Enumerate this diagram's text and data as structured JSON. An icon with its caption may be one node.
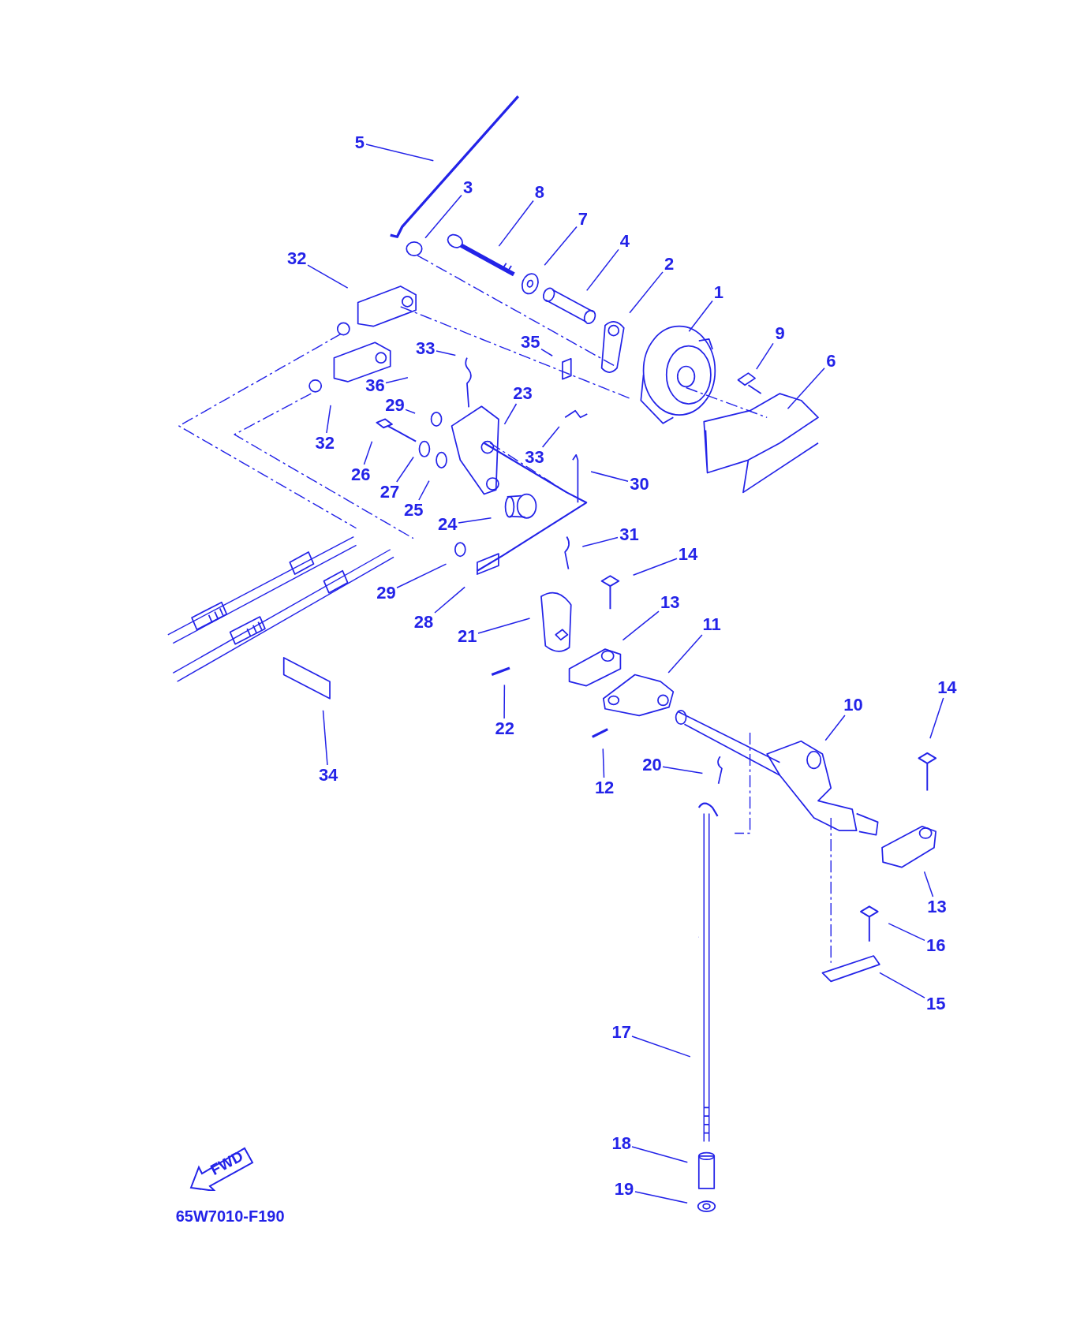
{
  "diagram": {
    "nodes": [
      {
        "text": [
          "5"
        ]
      },
      {
        "text": [
          "3"
        ]
      },
      {
        "text": [
          "8"
        ]
      },
      {
        "text": [
          "7"
        ]
      },
      {
        "text": [
          "4"
        ]
      },
      {
        "text": [
          "2"
        ]
      },
      {
        "text": [
          "1"
        ]
      },
      {
        "text": [
          "9"
        ]
      },
      {
        "text": [
          "6"
        ]
      },
      {
        "text": [
          "32"
        ]
      },
      {
        "text": [
          "33"
        ]
      },
      {
        "text": [
          "35"
        ]
      },
      {
        "text": [
          "36"
        ]
      },
      {
        "text": [
          "23"
        ]
      },
      {
        "text": [
          "29"
        ]
      },
      {
        "text": [
          "33"
        ]
      },
      {
        "text": [
          "32"
        ]
      },
      {
        "text": [
          "26"
        ]
      },
      {
        "text": [
          "27"
        ]
      },
      {
        "text": [
          "25"
        ]
      },
      {
        "text": [
          "24"
        ]
      },
      {
        "text": [
          "30"
        ]
      },
      {
        "text": [
          "31"
        ]
      },
      {
        "text": [
          "29"
        ]
      },
      {
        "text": [
          "14"
        ]
      },
      {
        "text": [
          "28"
        ]
      },
      {
        "text": [
          "13"
        ]
      },
      {
        "text": [
          "21"
        ]
      },
      {
        "text": [
          "11"
        ]
      },
      {
        "text": [
          "22"
        ]
      },
      {
        "text": [
          "10"
        ]
      },
      {
        "text": [
          "14"
        ]
      },
      {
        "text": [
          "34"
        ]
      },
      {
        "text": [
          "20"
        ]
      },
      {
        "text": [
          "12"
        ]
      },
      {
        "text": [
          "13"
        ]
      },
      {
        "text": [
          "16"
        ]
      },
      {
        "text": [
          "15"
        ]
      },
      {
        "text": [
          "17"
        ]
      },
      {
        "text": [
          "18"
        ]
      },
      {
        "text": [
          "19"
        ]
      },
      {
        "text": [
          "FWD"
        ]
      }
    ],
    "edges": [
      {
        "from": 0,
        "to": null,
        "arrow": "none"
      },
      {
        "from": 1,
        "to": null,
        "arrow": "none"
      },
      {
        "from": 2,
        "to": null,
        "arrow": "none"
      },
      {
        "from": 3,
        "to": null,
        "arrow": "none"
      },
      {
        "from": 4,
        "to": null,
        "arrow": "none"
      },
      {
        "from": 5,
        "to": null,
        "arrow": "none"
      },
      {
        "from": 6,
        "to": null,
        "arrow": "none"
      },
      {
        "from": 7,
        "to": null,
        "arrow": "none"
      },
      {
        "from": 8,
        "to": null,
        "arrow": "none"
      },
      {
        "from": 9,
        "to": null,
        "arrow": "none"
      },
      {
        "from": 10,
        "to": null,
        "arrow": "none"
      },
      {
        "from": 11,
        "to": null,
        "arrow": "none"
      },
      {
        "from": 12,
        "to": null,
        "arrow": "none"
      },
      {
        "from": 13,
        "to": null,
        "arrow": "none"
      },
      {
        "from": 14,
        "to": null,
        "arrow": "none"
      },
      {
        "from": 15,
        "to": null,
        "arrow": "none"
      },
      {
        "from": 16,
        "to": null,
        "arrow": "none"
      },
      {
        "from": 17,
        "to": null,
        "arrow": "none"
      },
      {
        "from": 18,
        "to": null,
        "arrow": "none"
      },
      {
        "from": 19,
        "to": null,
        "arrow": "none"
      },
      {
        "from": 20,
        "to": null,
        "arrow": "none"
      },
      {
        "from": 21,
        "to": null,
        "arrow": "none"
      },
      {
        "from": 22,
        "to": null,
        "arrow": "none"
      },
      {
        "from": 23,
        "to": null,
        "arrow": "none"
      },
      {
        "from": 24,
        "to": null,
        "arrow": "none"
      },
      {
        "from": 25,
        "to": null,
        "arrow": "none"
      },
      {
        "from": 26,
        "to": null,
        "arrow": "none"
      },
      {
        "from": 27,
        "to": null,
        "arrow": "none"
      },
      {
        "from": 28,
        "to": null,
        "arrow": "none"
      },
      {
        "from": 29,
        "to": null,
        "arrow": "none"
      },
      {
        "from": 30,
        "to": null,
        "arrow": "none"
      },
      {
        "from": 31,
        "to": null,
        "arrow": "none"
      },
      {
        "from": 32,
        "to": null,
        "arrow": "none"
      },
      {
        "from": 33,
        "to": null,
        "arrow": "none"
      },
      {
        "from": 34,
        "to": null,
        "arrow": "none"
      },
      {
        "from": 35,
        "to": null,
        "arrow": "none"
      },
      {
        "from": 36,
        "to": null,
        "arrow": "none"
      },
      {
        "from": 37,
        "to": null,
        "arrow": "none"
      },
      {
        "from": 38,
        "to": null,
        "arrow": "none"
      },
      {
        "from": 39,
        "to": null,
        "arrow": "none"
      },
      {
        "from": 40,
        "to": null,
        "arrow": "none"
      }
    ],
    "labels": [
      "65W7010-F190"
    ]
  }
}
